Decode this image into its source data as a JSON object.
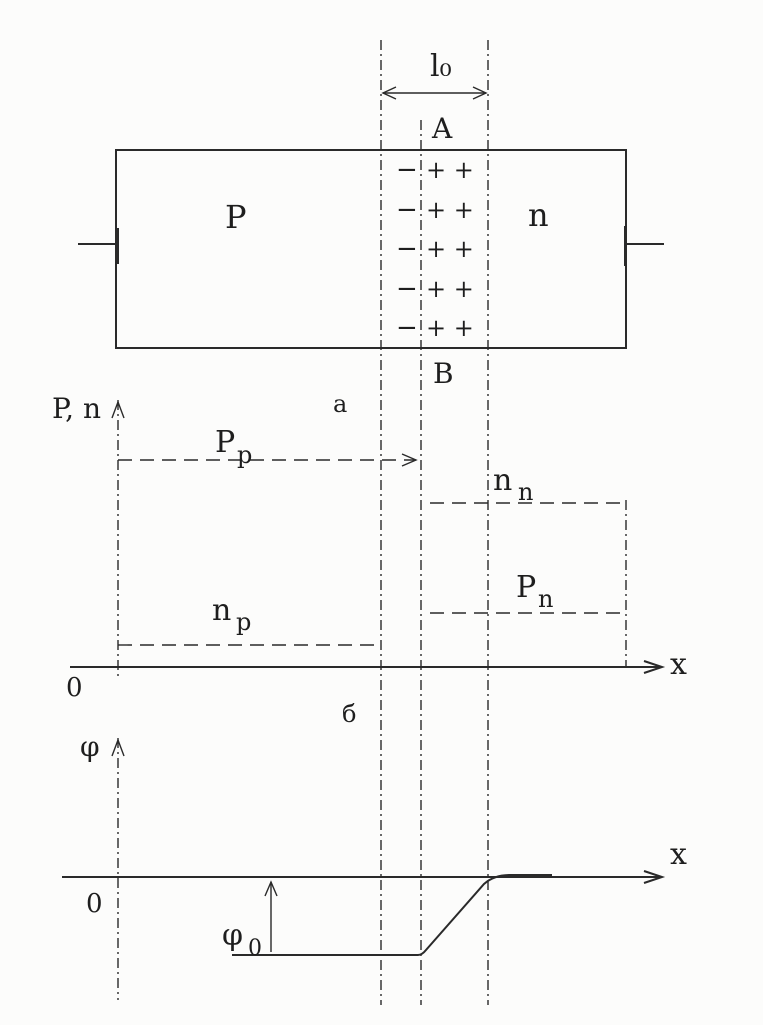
{
  "figure": {
    "width_label": "l₀",
    "point_a": "A",
    "point_b": "B",
    "region_p": "P",
    "region_n": "n",
    "minus_signs": [
      "−",
      "−",
      "−",
      "−",
      "−"
    ],
    "plus_signs": [
      "+ +",
      "+ +",
      "+ +",
      "+ +",
      "+ +"
    ],
    "panel_a_label": "а",
    "panel_b_label": "б",
    "graph1": {
      "y_axis_label": "P, n",
      "origin": "0",
      "x_axis_label": "x",
      "pp_label": "P",
      "pp_sub": "p",
      "np_label": "n",
      "np_sub": "p",
      "nn_label": "n",
      "nn_sub": "n",
      "pn_label": "P",
      "pn_sub": "n"
    },
    "graph2": {
      "y_axis_label": "φ",
      "origin": "0",
      "x_axis_label": "x",
      "phi0_label": "φ",
      "phi0_sub": "0"
    }
  }
}
